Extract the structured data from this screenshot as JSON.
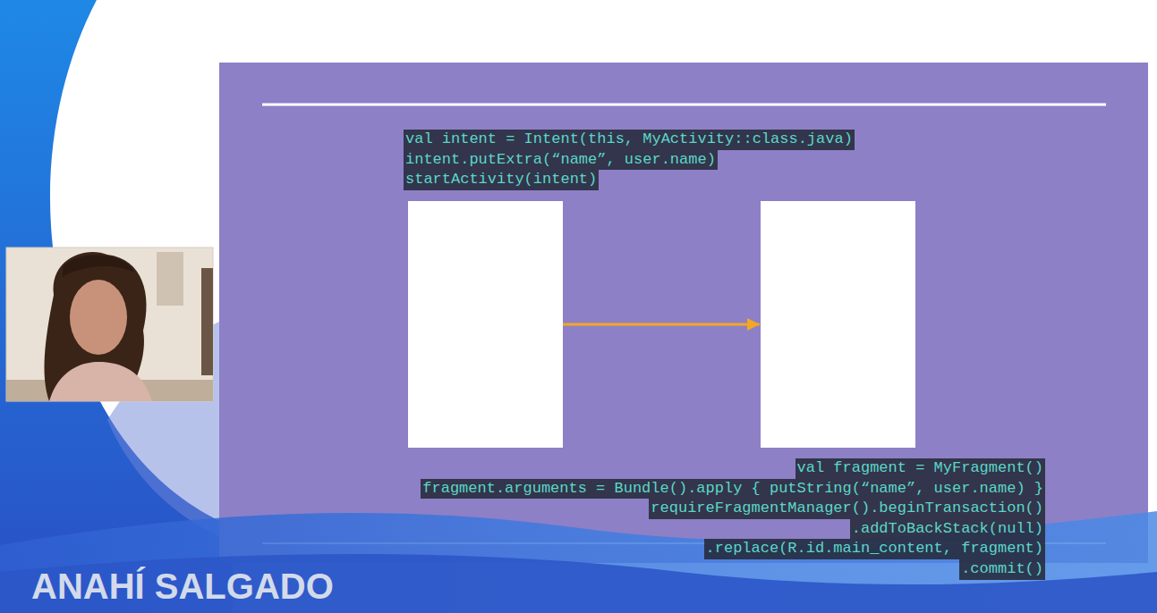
{
  "diagram": {
    "nodes": [
      {
        "text": [
          "val intent = Intent(this, MyActivity::class.java)",
          "intent.putExtra(“name”, user.name)",
          "startActivity(intent)"
        ]
      },
      {
        "text": [
          "val fragment = MyFragment()",
          "fragment.arguments = Bundle().apply { putString(“name”, user.name) }",
          "requireFragmentManager().beginTransaction()",
          ".addToBackStack(null)",
          ".replace(R.id.main_content, fragment)",
          ".commit()"
        ]
      }
    ],
    "edges": [
      {
        "from": 0,
        "to": 1,
        "arrow": "to"
      }
    ],
    "labels": [
      "ANAHÍ SALGADO"
    ]
  }
}
